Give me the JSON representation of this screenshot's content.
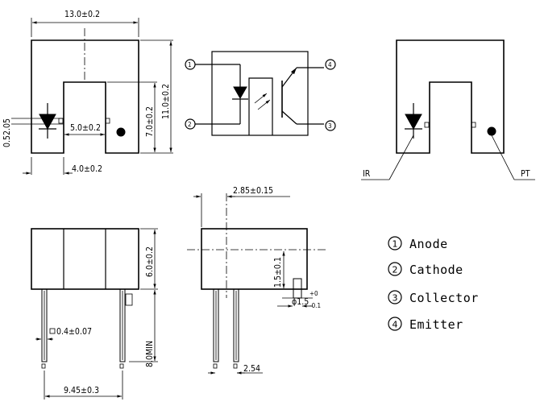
{
  "dimensions": {
    "top_width": "13.0±0.2",
    "side_height": "11.0±0.2",
    "slot_depth": "7.0±0.2",
    "slot_width": "5.0±0.2",
    "offset": "4.0±0.2",
    "aperture": "0.52.05",
    "front_height": "6.0±0.2",
    "lead_width": "0.4±0.07",
    "lead_min": "8.0MIN",
    "lead_span": "9.45±0.3",
    "side_offset": "2.85±0.15",
    "side_height2": "1.5±0.1",
    "peg_dia_main": "ϕ1.5",
    "peg_tol_plus": "+0",
    "peg_tol_minus": "-0.1",
    "pitch": "2.54"
  },
  "schematic": {
    "pins": [
      "1",
      "2",
      "3",
      "4"
    ]
  },
  "labels": {
    "ir": "IR",
    "pt": "PT"
  },
  "legend": [
    {
      "num": "1",
      "name": "Anode"
    },
    {
      "num": "2",
      "name": "Cathode"
    },
    {
      "num": "3",
      "name": "Collector"
    },
    {
      "num": "4",
      "name": "Emitter"
    }
  ]
}
